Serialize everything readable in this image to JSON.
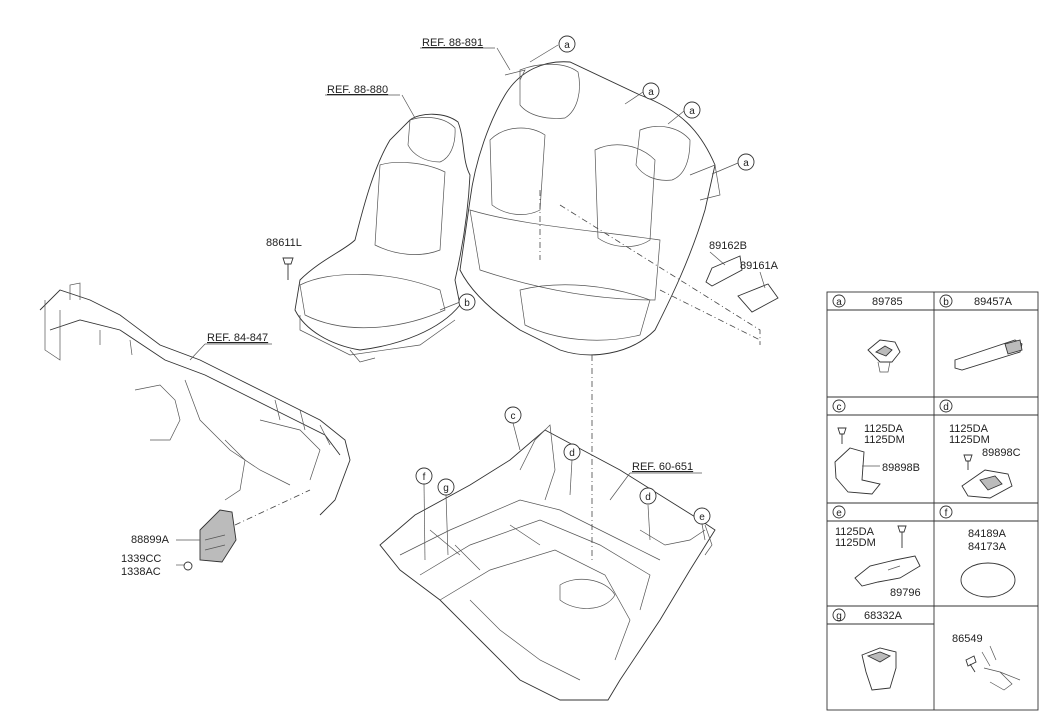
{
  "refs": {
    "ref1": "REF. 88-891",
    "ref2": "REF. 88-880",
    "ref3": "REF. 84-847",
    "ref4": "REF. 60-651"
  },
  "callouts": {
    "a": "a",
    "b": "b",
    "c": "c",
    "d": "d",
    "e": "e",
    "f": "f",
    "g": "g"
  },
  "parts": {
    "p88611L": "88611L",
    "p89162B": "89162B",
    "p89161A": "89161A",
    "p88899A": "88899A",
    "p1339CC": "1339CC",
    "p1338AC": "1338AC"
  },
  "legend": {
    "a": {
      "letter": "a",
      "part": "89785"
    },
    "b": {
      "letter": "b",
      "part": "89457A"
    },
    "c": {
      "letter": "c",
      "bolt1": "1125DA",
      "bolt2": "1125DM",
      "part": "89898B"
    },
    "d": {
      "letter": "d",
      "bolt1": "1125DA",
      "bolt2": "1125DM",
      "part": "89898C"
    },
    "e": {
      "letter": "e",
      "bolt1": "1125DA",
      "bolt2": "1125DM",
      "part": "89796"
    },
    "f": {
      "letter": "f",
      "part1": "84189A",
      "part2": "84173A"
    },
    "g": {
      "letter": "g",
      "part": "68332A"
    },
    "h": {
      "part": "86549"
    }
  }
}
